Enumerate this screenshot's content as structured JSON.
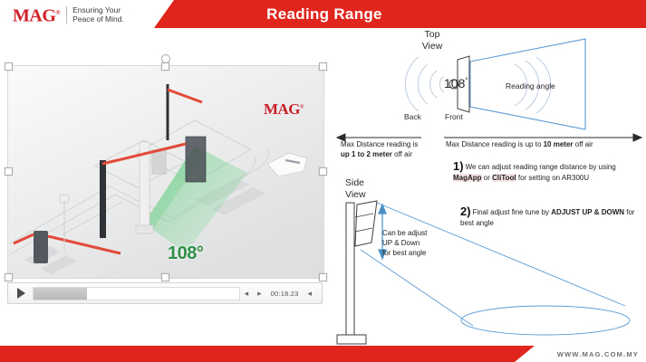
{
  "header": {
    "title": "Reading Range",
    "logo_text": "MAG",
    "logo_registered": "®",
    "tagline_line1": "Ensuring Your",
    "tagline_line2": "Peace of Mind.",
    "accent_color": "#e0251c"
  },
  "video": {
    "watermark": "MAG",
    "watermark_registered": "®",
    "beam_angle_label": "108°",
    "beam_color": "#2f8f47"
  },
  "player": {
    "play_icon": "play-icon",
    "prev_icon": "step-backward-icon",
    "next_icon": "step-forward-icon",
    "volume_icon": "volume-icon",
    "timestamp": "00:18.23",
    "progress_percent": 26
  },
  "diagram_top": {
    "view_label_line1": "Top",
    "view_label_line2": "View",
    "angle": "108",
    "angle_degree_symbol": "°",
    "reading_angle_label": "Reading angle",
    "back_label": "Back",
    "front_label": "Front",
    "stroke_color": "#5b9bd5"
  },
  "diagram_side": {
    "view_label_line1": "Side",
    "view_label_line2": "View",
    "adjust_line1": "Can be adjust",
    "adjust_line2": "UP & Down",
    "adjust_line3": "for best angle",
    "arrow_color": "#4a90c4"
  },
  "distances": {
    "left_line1": "Max Distance reading is",
    "left_bold": "up 1 to 2 meter",
    "left_tail": " off air",
    "right_prefix": "Max Distance reading is up to ",
    "right_bold": "10 meter",
    "right_tail": " off air"
  },
  "notes": [
    {
      "number": "1)",
      "text_prefix": "We can adjust reading range distance by using ",
      "highlight1": "MagApp",
      "mid": " or ",
      "highlight2": "CliTool",
      "text_suffix": " for setting on AR300U"
    },
    {
      "number": "2)",
      "text_prefix": "Final adjust fine tune by ",
      "bold": "ADJUST UP & DOWN",
      "text_suffix": " for best angle"
    }
  ],
  "footer": {
    "url": "WWW.MAG.COM.MY",
    "accent_color": "#e0251c"
  }
}
